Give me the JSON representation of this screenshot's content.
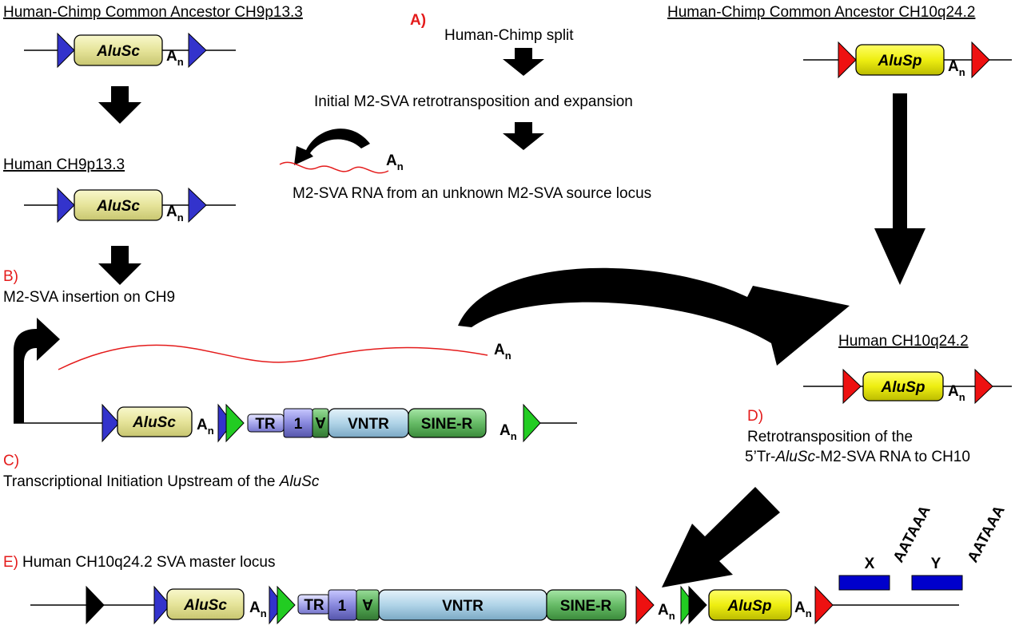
{
  "headings": {
    "ancestor_ch9": "Human-Chimp Common Ancestor CH9p13.3",
    "ancestor_ch10": "Human-Chimp Common Ancestor CH10q24.2",
    "human_ch9": "Human CH9p13.3",
    "human_ch10": "Human CH10q24.2"
  },
  "steps": {
    "a_label": "A)",
    "a_split": "Human-Chimp split",
    "a_expansion": "Initial M2-SVA retrotransposition and expansion",
    "a_rna": "M2-SVA RNA from an unknown M2-SVA source locus",
    "b_label": "B)",
    "b_text": "M2-SVA insertion on CH9",
    "c_label": "C)",
    "c_text_pre": "Transcriptional Initiation Upstream of the ",
    "c_text_ital": "AluSc",
    "d_label": "D)",
    "d_text1": "Retrotransposition of the",
    "d_text2_pre": "5’Tr-",
    "d_text2_ital": "AluSc",
    "d_text2_post": "-M2-SVA RNA to CH10",
    "e_label": "E)",
    "e_text": "Human CH10q24.2 SVA master locus"
  },
  "elements": {
    "alusc": "AluSc",
    "alusp": "AluSp",
    "tr": "TR",
    "one": "1",
    "a_rev": "A",
    "vntr": "VNTR",
    "siner": "SINE-R",
    "an_a": "A",
    "an_n": "n",
    "x": "X",
    "y": "Y",
    "aataaa": "AATAAA"
  },
  "colors": {
    "blue_tsd": "#3333cc",
    "red_tsd": "#ee1111",
    "green_tsd": "#22cc22",
    "black_tsd": "#000000",
    "alusc_fill": "#eeeeaa",
    "alusp_fill": "#eeee22",
    "tr_fill": "#aaaaee",
    "one_fill": "#8888dd",
    "a_fill": "#55aa55",
    "vntr_fill": "#b0d4e8",
    "siner_fill": "#66bb66",
    "polya_bar": "#0000cc",
    "label_red": "#e41b1b"
  }
}
